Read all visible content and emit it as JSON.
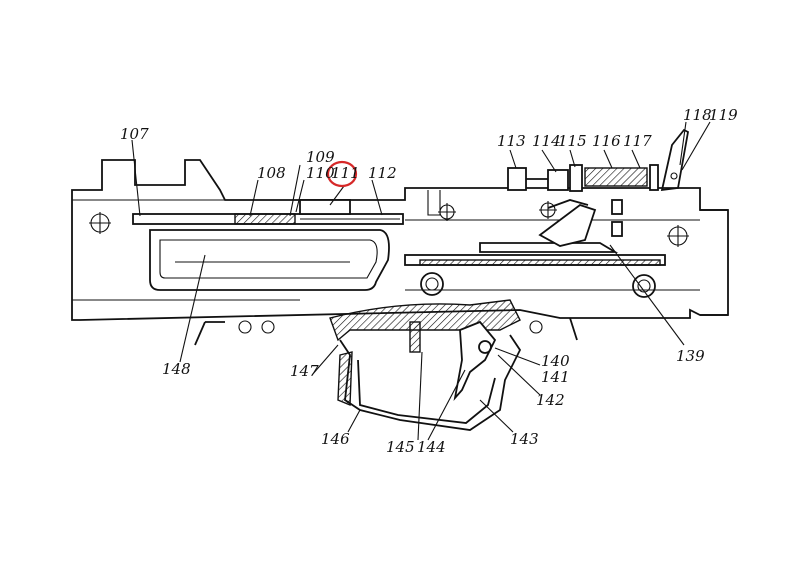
{
  "diagram": {
    "highlight_color": "#d62828",
    "line_color": "#111111",
    "highlighted_label": "111",
    "labels": [
      {
        "id": "107",
        "text": "107"
      },
      {
        "id": "108",
        "text": "108"
      },
      {
        "id": "109",
        "text": "109"
      },
      {
        "id": "110",
        "text": "110"
      },
      {
        "id": "111",
        "text": "111"
      },
      {
        "id": "112",
        "text": "112"
      },
      {
        "id": "113",
        "text": "113"
      },
      {
        "id": "114",
        "text": "114"
      },
      {
        "id": "115",
        "text": "115"
      },
      {
        "id": "116",
        "text": "116"
      },
      {
        "id": "117",
        "text": "117"
      },
      {
        "id": "118",
        "text": "118"
      },
      {
        "id": "119",
        "text": "119"
      },
      {
        "id": "139",
        "text": "139"
      },
      {
        "id": "140",
        "text": "140"
      },
      {
        "id": "141",
        "text": "141"
      },
      {
        "id": "142",
        "text": "142"
      },
      {
        "id": "143",
        "text": "143"
      },
      {
        "id": "144",
        "text": "144"
      },
      {
        "id": "145",
        "text": "145"
      },
      {
        "id": "146",
        "text": "146"
      },
      {
        "id": "147",
        "text": "147"
      },
      {
        "id": "148",
        "text": "148"
      }
    ]
  }
}
